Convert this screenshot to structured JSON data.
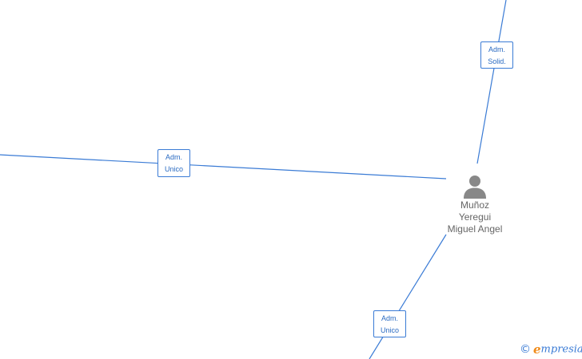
{
  "graph": {
    "person": {
      "name_lines": [
        "Muñoz",
        "Yeregui",
        "Miguel Angel"
      ],
      "icon": "person-icon"
    },
    "relations": [
      {
        "id": "top",
        "line1": "Adm.",
        "line2": "Solid."
      },
      {
        "id": "left",
        "line1": "Adm.",
        "line2": "Unico"
      },
      {
        "id": "bottom",
        "line1": "Adm.",
        "line2": "Unico"
      }
    ]
  },
  "brand": {
    "copyright_symbol": "©",
    "logo_initial": "e",
    "logo_rest": "mpresia"
  },
  "colors": {
    "edge": "#3a7bd5",
    "label_text": "#2a6bc2",
    "node_text": "#666666",
    "person_icon": "#888888",
    "brand_orange": "#f08c1c",
    "brand_blue": "#3a7bd5"
  }
}
